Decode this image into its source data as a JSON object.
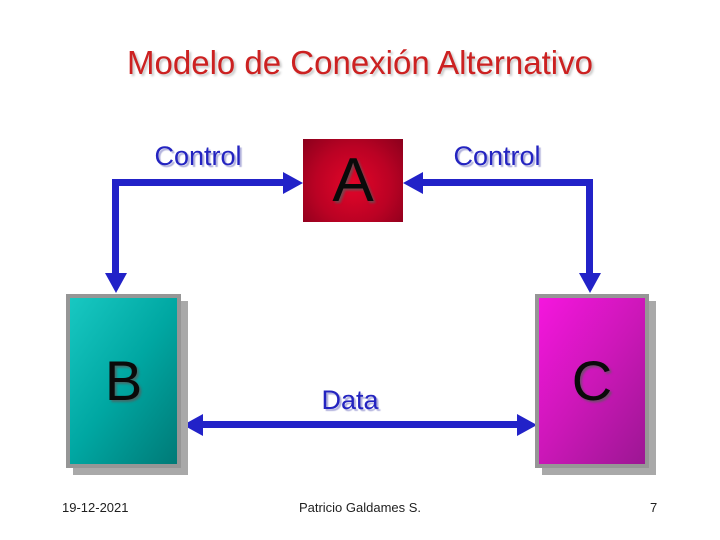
{
  "title": "Modelo de Conexión Alternativo",
  "diagram": {
    "node_a": "A",
    "node_b": "B",
    "node_c": "C",
    "control_left_label": "Control",
    "control_right_label": "Control",
    "data_label": "Data"
  },
  "footer": {
    "date": "19-12-2021",
    "author": "Patricio Galdames S.",
    "slide_number": "7"
  },
  "colors": {
    "title_red": "#cc2121",
    "arrow_blue": "#2222c8",
    "node_a_center": "#e30529",
    "node_a_edge": "#8a001c",
    "node_b_light": "#18c8c2",
    "node_b_dark": "#007a77",
    "node_c_light": "#f516de",
    "node_c_dark": "#9c1793",
    "frame_gray": "#969696",
    "shadow_gray": "#a9a9a9",
    "background": "#ffffff"
  }
}
